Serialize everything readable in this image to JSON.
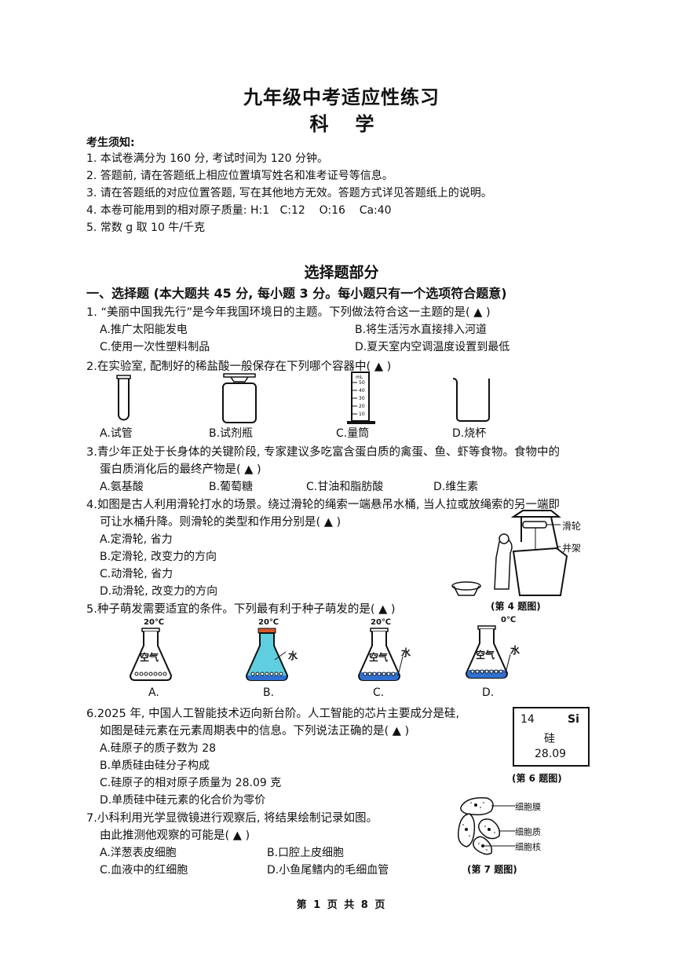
{
  "header": {
    "title": "九年级中考适应性练习",
    "subject": "科学"
  },
  "notice": {
    "heading": "考生须知:",
    "items": [
      "1. 本试卷满分为 160 分, 考试时间为 120 分钟。",
      "2. 答题前, 请在答题纸上相应位置填写姓名和准考证号等信息。",
      "3. 请在答题纸的对应位置答题, 写在其他地方无效。答题方式详见答题纸上的说明。",
      "4. 本卷可能用到的相对原子质量: H:1   C:12    O:16    Ca:40",
      "5. 常数 g 取 10 牛/千克"
    ]
  },
  "section": {
    "title": "选择题部分",
    "part": "一、选择题 (本大题共 45 分, 每小题 3 分。每小题只有一个选项符合题意)"
  },
  "questions": [
    {
      "number": "1",
      "lines": [
        "1. “美丽中国我先行”是今年我国环境日的主题。下列做法符合这一主题的是(  ▲  )"
      ],
      "options": [
        "A.推广太阳能发电",
        "B.将生活污水直接排入河道",
        "C.使用一次性塑料制品",
        "D.夏天室内空调温度设置到最低"
      ]
    },
    {
      "number": "2",
      "lines": [
        "2.在实验室, 配制好的稀盐酸一般保存在下列哪个容器中(  ▲  )"
      ],
      "options": [
        "A.试管",
        "B.试剂瓶",
        "C.量筒",
        "D.烧杯"
      ],
      "cylinder_marks": [
        "mL",
        "50",
        "40",
        "30",
        "20",
        "10"
      ]
    },
    {
      "number": "3",
      "lines": [
        "3.青少年正处于长身体的关键阶段, 专家建议多吃富含蛋白质的禽蛋、鱼、虾等食物。食物中的",
        "蛋白质消化后的最终产物是(  ▲  )"
      ],
      "options": [
        "A.氨基酸",
        "B.葡萄糖",
        "C.甘油和脂肪酸",
        "D.维生素"
      ]
    },
    {
      "number": "4",
      "lines": [
        "4.如图是古人利用滑轮打水的场景。绕过滑轮的绳索一端悬吊水桶, 当人拉或放绳索的另一端即",
        "可让水桶升降。则滑轮的类型和作用分别是(  ▲  )"
      ],
      "options": [
        "A.定滑轮, 省力",
        "B.定滑轮, 改变力的方向",
        "C.动滑轮, 省力",
        "D.动滑轮, 改变力的方向"
      ],
      "figure": {
        "labels": [
          "滑轮",
          "井架"
        ],
        "caption": "(第 4 题图)"
      }
    },
    {
      "number": "5",
      "lines": [
        "5.种子萌发需要适宜的条件。下列最有利于种子萌发的是(  ▲  )"
      ],
      "options": [
        "A.",
        "B.",
        "C.",
        "D."
      ],
      "flasks": [
        {
          "temp": "20℃",
          "air": "空气",
          "water": ""
        },
        {
          "temp": "20℃",
          "air": "",
          "water": "水"
        },
        {
          "temp": "20℃",
          "air": "空气",
          "water": "水"
        },
        {
          "temp": "0℃",
          "air": "空气",
          "water": "水"
        }
      ]
    },
    {
      "number": "6",
      "lines": [
        "6.2025 年, 中国人工智能技术迈向新台阶。人工智能的芯片主要成分是硅,",
        "如图是硅元素在元素周期表中的信息。下列说法正确的是(  ▲  )"
      ],
      "options": [
        "A.硅原子的质子数为 28",
        "B.单质硅由硅分子构成",
        "C.硅原子的相对原子质量为 28.09 克",
        "D.单质硅中硅元素的化合价为零价"
      ],
      "element": {
        "number": "14",
        "symbol": "Si",
        "name": "硅",
        "mass": "28.09"
      },
      "caption": "(第 6 题图)"
    },
    {
      "number": "7",
      "lines": [
        "7.小科利用光学显微镜进行观察后, 将结果绘制记录如图。",
        "由此推测他观察的可能是(  ▲  )"
      ],
      "options": [
        "A.洋葱表皮细胞",
        "B.口腔上皮细胞",
        "C.血液中的红细胞",
        "D.小鱼尾鳍内的毛细血管"
      ],
      "figure": {
        "labels": [
          "细胞膜",
          "细胞质",
          "细胞核"
        ],
        "caption": "(第 7 题图)"
      }
    }
  ],
  "footer": {
    "page": "第 1 页 共 8 页"
  },
  "colors": {
    "water_blue": "#5fcfe0",
    "water_deep": "#2f6fd0",
    "stopper": "#d9552a"
  }
}
